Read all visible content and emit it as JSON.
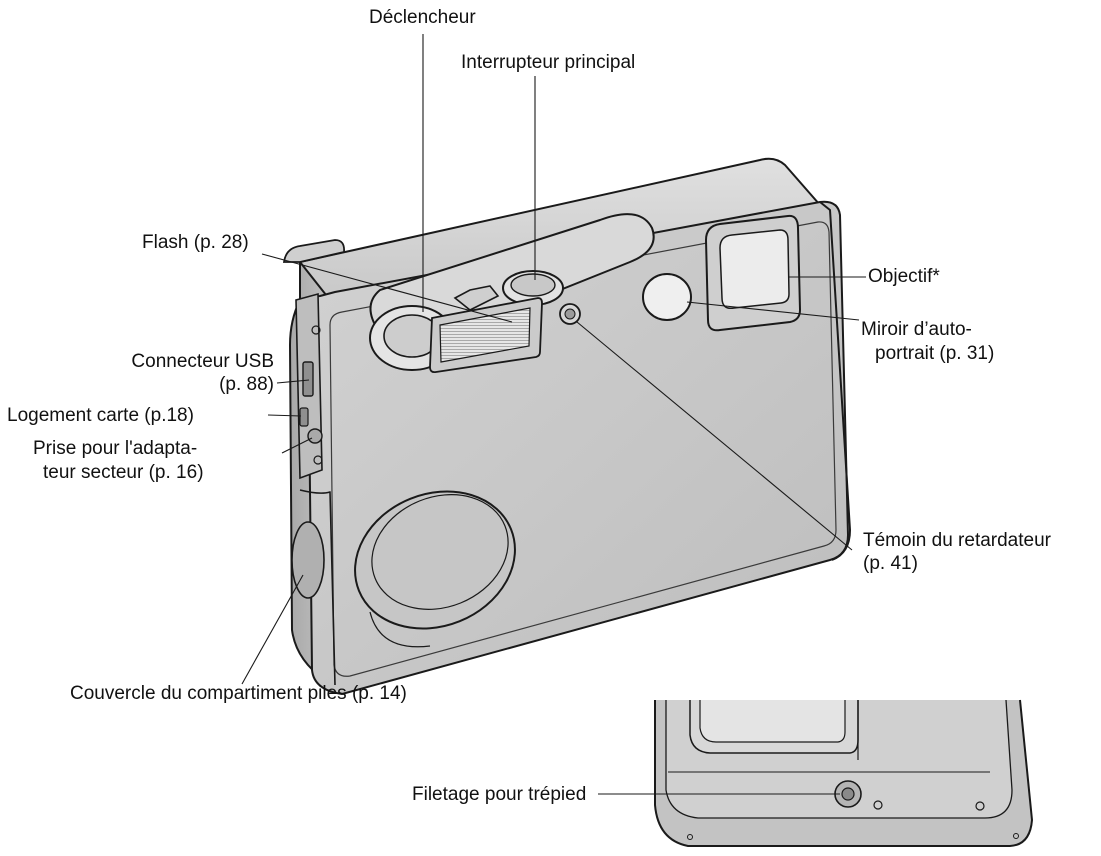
{
  "labels": {
    "shutter": "Déclencheur",
    "main_switch": "Interrupteur principal",
    "flash": "Flash (p. 28)",
    "lens": "Objectif*",
    "mirror_1": "Miroir d’auto-",
    "mirror_2": "portrait (p. 31)",
    "usb_1": "Connecteur USB",
    "usb_2": "(p. 88)",
    "card_slot": "Logement carte (p.18)",
    "adapter_1": "Prise pour l'adapta-",
    "adapter_2": "teur secteur (p. 16)",
    "timer_1": "Témoin du retardateur",
    "timer_2": "(p. 41)",
    "battery_cover": "Couvercle du compartiment piles (p. 14)",
    "tripod": "Filetage pour trépied"
  }
}
